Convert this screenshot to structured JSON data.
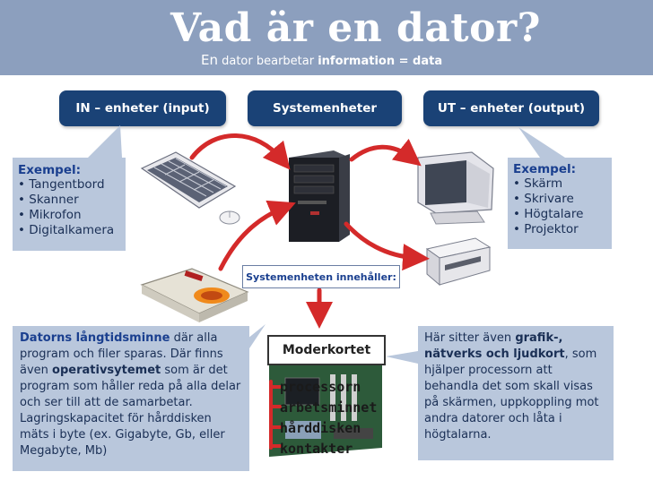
{
  "header": {
    "title": "Vad är en dator?",
    "subtitle_lead": "En",
    "subtitle_mid": " dator bearbetar ",
    "subtitle_bold": "information = data"
  },
  "categories": {
    "input": "IN – enheter (input)",
    "system": "Systemenheter",
    "output": "UT – enheter (output)"
  },
  "input_examples": {
    "title": "Exempel:",
    "items": [
      "• Tangentbord",
      "• Skanner",
      "• Mikrofon",
      "• Digitalkamera"
    ]
  },
  "output_examples": {
    "title": "Exempel:",
    "items": [
      "• Skärm",
      "• Skrivare",
      "• Högtalare",
      "• Projektor"
    ]
  },
  "system_contains_label": "Systemenheten innehåller:",
  "motherboard_label": "Moderkortet",
  "components": [
    "processorn",
    "arbetsminnet",
    "hårddisken",
    "kontakter"
  ],
  "storage_box": {
    "p1_bold": "Datorns långtidsminne",
    "p1": " där alla program och filer sparas. Där finns även ",
    "p2_bold": "operativsytemet",
    "p2": " som är det program som håller reda på alla delar och ser till att de samarbetar. Lagringskapacitet för hårddisken mäts i byte (ex. Gigabyte, Gb, eller Megabyte, Mb)"
  },
  "cards_box": {
    "p1": "Här sitter även ",
    "p1_bold": "grafik-, nätverks och ljudkort",
    "p2": ", som hjälper processorn att behandla det som skall visas på skärmen, uppkoppling mot andra datorer och låta i högtalarna."
  },
  "colors": {
    "header_bg": "#8c9fbe",
    "pill_bg": "#1a4276",
    "box_bg": "#b9c7dc",
    "arrow": "#d42a2a",
    "text_dark": "#1a2f55"
  },
  "icons": [
    "keyboard-icon",
    "mouse-icon",
    "scanner-icon",
    "tower-computer-icon",
    "monitor-icon",
    "printer-icon",
    "motherboard-icon"
  ]
}
